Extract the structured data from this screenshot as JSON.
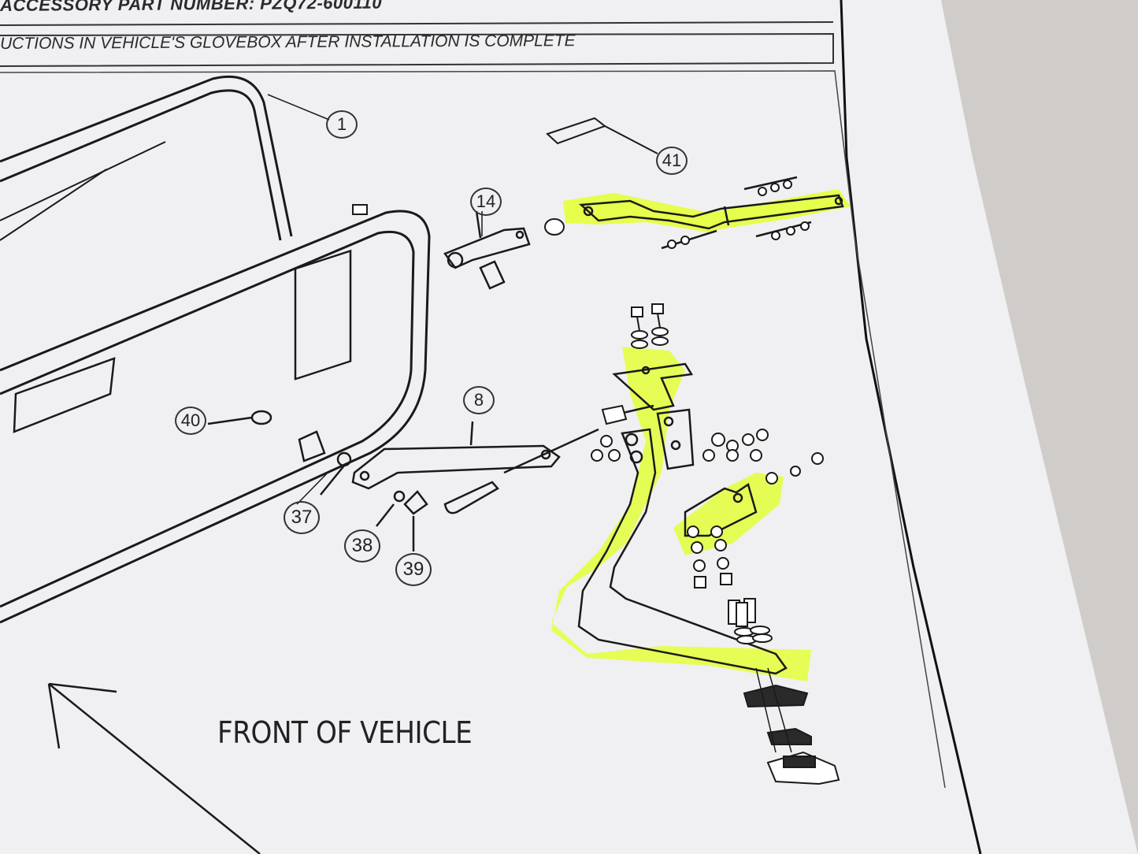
{
  "header": {
    "part_number_line": "ACCESSORY PART NUMBER: PZQ72-600110",
    "instruction_note": "UCTIONS IN VEHICLE'S GLOVEBOX AFTER INSTALLATION IS COMPLETE"
  },
  "diagram": {
    "front_label": "FRONT OF VEHICLE",
    "callouts": {
      "c1": "1",
      "c41": "41",
      "c14": "14",
      "c8": "8",
      "c40": "40",
      "c37": "37",
      "c38": "38",
      "c39": "39"
    },
    "highlight_color": "#e4ff3a"
  }
}
